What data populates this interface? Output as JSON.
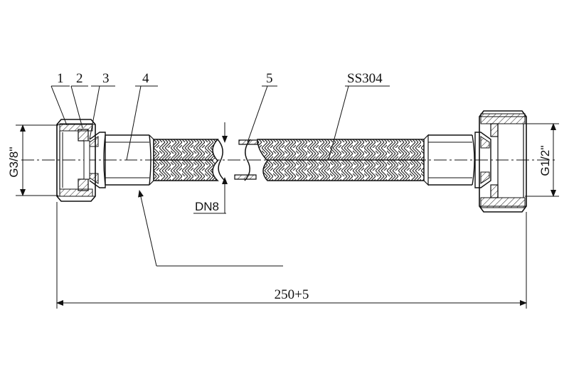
{
  "drawing": {
    "callouts": [
      {
        "id": "1",
        "label": "1"
      },
      {
        "id": "2",
        "label": "2"
      },
      {
        "id": "3",
        "label": "3"
      },
      {
        "id": "4",
        "label": "4"
      },
      {
        "id": "5",
        "label": "5"
      },
      {
        "id": "material",
        "label": "SS304"
      }
    ],
    "thread_left": "G3/8''",
    "thread_right": "G1/2''",
    "inner_diameter": "DN8",
    "overall_length": "250+5",
    "colors": {
      "line": "#111111",
      "background": "#ffffff"
    }
  }
}
